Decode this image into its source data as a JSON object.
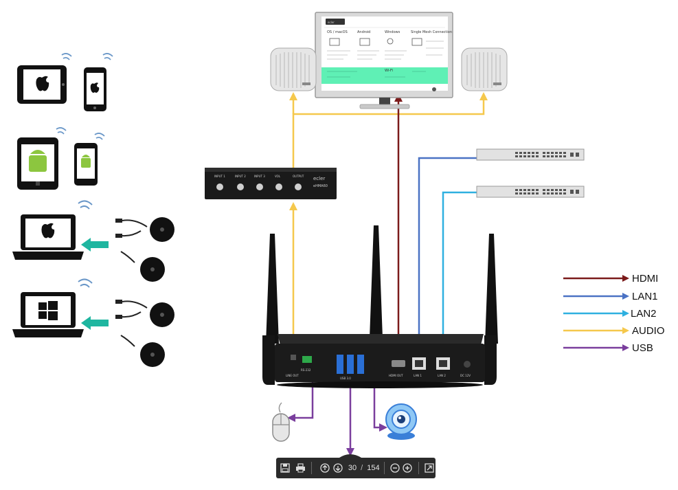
{
  "legend": {
    "items": [
      {
        "label": "HDMI",
        "color": "#7b1a1a"
      },
      {
        "label": "LAN1",
        "color": "#4a72c4"
      },
      {
        "label": "LAN2",
        "color": "#2eb0e0"
      },
      {
        "label": "AUDIO",
        "color": "#f5c84c"
      },
      {
        "label": "USB",
        "color": "#7a3e9d"
      }
    ]
  },
  "monitor": {
    "brand": "ecler",
    "columns": [
      "OS / macOS",
      "Android",
      "Windows",
      "Single Mesh Connection"
    ],
    "banner_text": "Wi-Fi"
  },
  "amplifier": {
    "brand": "ecler",
    "model": "eHMA60",
    "inputs": [
      "INPUT 1",
      "INPUT 2",
      "INPUT 3",
      "VOL",
      "OUTPUT"
    ]
  },
  "receiver": {
    "ports": [
      "LINE OUT",
      "RS-232",
      "USB 3.0",
      "HDMI OUT",
      "LAN 1",
      "LAN 2",
      "DC 12V"
    ]
  },
  "toolbar": {
    "current_page": "30",
    "total_pages": "154",
    "separator": "/",
    "icons": [
      "save-icon",
      "print-icon",
      "arrow-up-icon",
      "arrow-down-icon",
      "zoom-out-icon",
      "zoom-in-icon",
      "fit-icon"
    ]
  }
}
